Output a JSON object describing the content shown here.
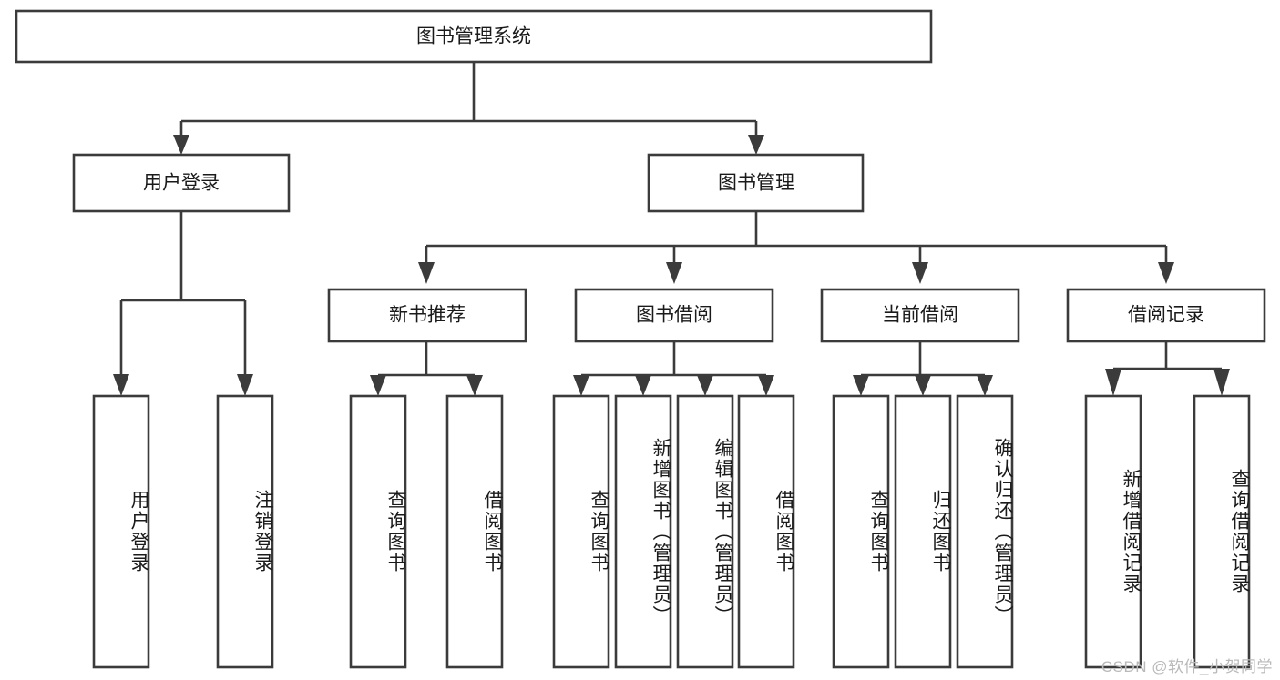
{
  "diagram": {
    "title": "图书管理系统",
    "type": "hierarchy-tree",
    "orientation": "top-down",
    "root": {
      "label": "图书管理系统",
      "id": "root-system"
    },
    "level2": [
      {
        "id": "user-login",
        "label": "用户登录"
      },
      {
        "id": "book-management",
        "label": "图书管理"
      }
    ],
    "level3": [
      {
        "id": "new-book-recommend",
        "label": "新书推荐",
        "parent": "book-management"
      },
      {
        "id": "book-borrow",
        "label": "图书借阅",
        "parent": "book-management"
      },
      {
        "id": "current-borrow",
        "label": "当前借阅",
        "parent": "book-management"
      },
      {
        "id": "borrow-record",
        "label": "借阅记录",
        "parent": "book-management"
      }
    ],
    "leaves": [
      {
        "id": "leaf-user-login",
        "label": "用户登录",
        "parent": "user-login"
      },
      {
        "id": "leaf-logout-login",
        "label": "注销登录",
        "parent": "user-login"
      },
      {
        "id": "leaf-query-book-1",
        "label": "查询图书",
        "parent": "new-book-recommend"
      },
      {
        "id": "leaf-borrow-book-1",
        "label": "借阅图书",
        "parent": "new-book-recommend"
      },
      {
        "id": "leaf-query-book-2",
        "label": "查询图书",
        "parent": "book-borrow"
      },
      {
        "id": "leaf-add-book",
        "label": "新增图书（管理员）",
        "parent": "book-borrow"
      },
      {
        "id": "leaf-edit-book",
        "label": "编辑图书（管理员）",
        "parent": "book-borrow"
      },
      {
        "id": "leaf-borrow-book-2",
        "label": "借阅图书",
        "parent": "book-borrow"
      },
      {
        "id": "leaf-query-book-3",
        "label": "查询图书",
        "parent": "current-borrow"
      },
      {
        "id": "leaf-return-book",
        "label": "归还图书",
        "parent": "current-borrow"
      },
      {
        "id": "leaf-confirm-return",
        "label": "确认归还（管理员）",
        "parent": "current-borrow"
      },
      {
        "id": "leaf-add-record",
        "label": "新增借阅记录",
        "parent": "borrow-record"
      },
      {
        "id": "leaf-query-record",
        "label": "查询借阅记录",
        "parent": "borrow-record"
      }
    ],
    "colors": {
      "box_stroke": "#3b3b3b",
      "box_fill": "#ffffff",
      "connector": "#3b3b3b",
      "text": "#1a1a1a",
      "background": "#ffffff",
      "watermark": "#b9b9b9"
    }
  },
  "watermark": {
    "text": "CSDN @软件_小贺同学"
  }
}
